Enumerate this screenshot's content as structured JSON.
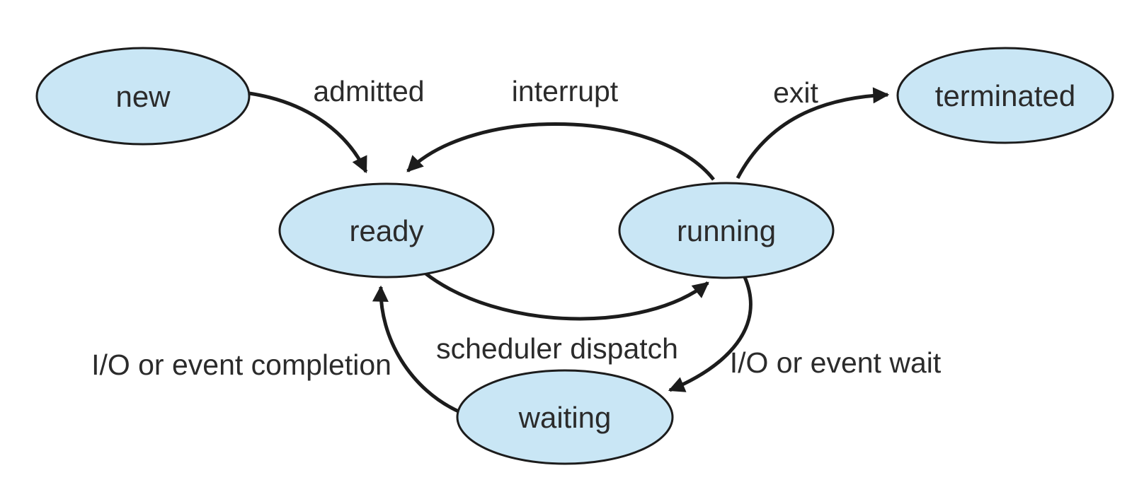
{
  "diagram": {
    "type": "state-transition-diagram",
    "states": [
      {
        "label": "new"
      },
      {
        "label": "ready"
      },
      {
        "label": "running"
      },
      {
        "label": "waiting"
      },
      {
        "label": "terminated"
      }
    ],
    "transitions": [
      {
        "label": "admitted",
        "from": "new",
        "to": "ready"
      },
      {
        "label": "interrupt",
        "from": "running",
        "to": "ready"
      },
      {
        "label": "exit",
        "from": "running",
        "to": "terminated"
      },
      {
        "label": "scheduler dispatch",
        "from": "ready",
        "to": "running"
      },
      {
        "label": "I/O or event wait",
        "from": "running",
        "to": "waiting"
      },
      {
        "label": "I/O or event completion",
        "from": "waiting",
        "to": "ready"
      }
    ],
    "colors": {
      "state_fill": "#c9e6f5",
      "stroke": "#1c1c1c",
      "text": "#2b2b2b",
      "background": "#ffffff"
    }
  }
}
